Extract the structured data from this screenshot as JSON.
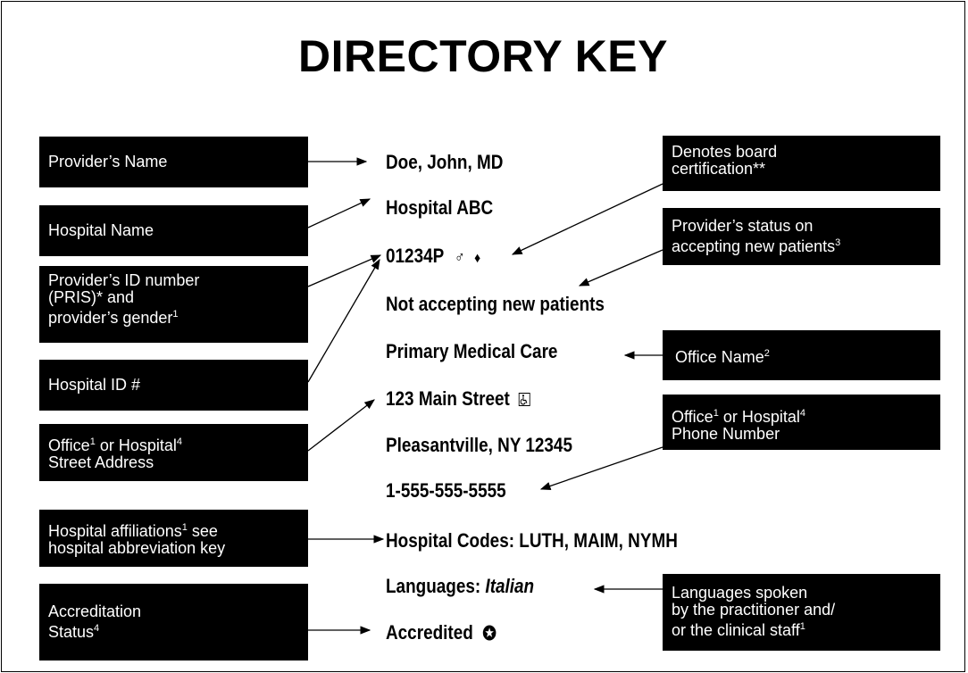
{
  "title": "DIRECTORY KEY",
  "left_boxes": [
    {
      "label": "Provider’s Name"
    },
    {
      "label": "Hospital Name"
    },
    {
      "line1": "Provider’s ID number",
      "line2": "(PRIS)* and",
      "line3": "provider’s gender",
      "sup": "1"
    },
    {
      "label": "Hospital ID #"
    },
    {
      "line1a": "Office",
      "sup1": "1",
      "line1b": " or Hospital",
      "sup2": "4",
      "line2": "Street Address"
    },
    {
      "line1a": "Hospital affiliations",
      "sup1": "1",
      "line1b": " see",
      "line2": "hospital abbreviation key"
    },
    {
      "line1": "Accreditation",
      "line2a": "Status",
      "sup": "4"
    }
  ],
  "right_boxes": [
    {
      "line1": "Denotes board",
      "line2": "certification**"
    },
    {
      "line1": "Provider’s status on",
      "line2": "accepting new patients",
      "sup": "3"
    },
    {
      "label": "Office Name",
      "sup": "2"
    },
    {
      "line1a": "Office",
      "sup1": "1",
      "line1b": " or Hospital",
      "sup2": "4",
      "line2": "Phone Number"
    },
    {
      "line1": "Languages spoken",
      "line2": "by the practitioner and/",
      "line3a": "or the clinical staff",
      "sup": "1"
    }
  ],
  "entries": {
    "name": "Doe, John, MD",
    "hospital": "Hospital ABC",
    "id": "01234P",
    "gender_symbol": "♂",
    "board_symbol": "♦",
    "status": "Not accepting new patients",
    "office": "Primary Medical Care",
    "street": "123 Main Street",
    "accessibility_icon": "wheelchair-icon",
    "city": "Pleasantville, NY 12345",
    "phone": "1-555-555-5555",
    "hospital_codes": "Hospital Codes: LUTH, MAIM, NYMH",
    "languages_label": "Languages: ",
    "languages_value": "Italian",
    "accredited": "Accredited",
    "accredited_icon": "star-circle-icon"
  }
}
